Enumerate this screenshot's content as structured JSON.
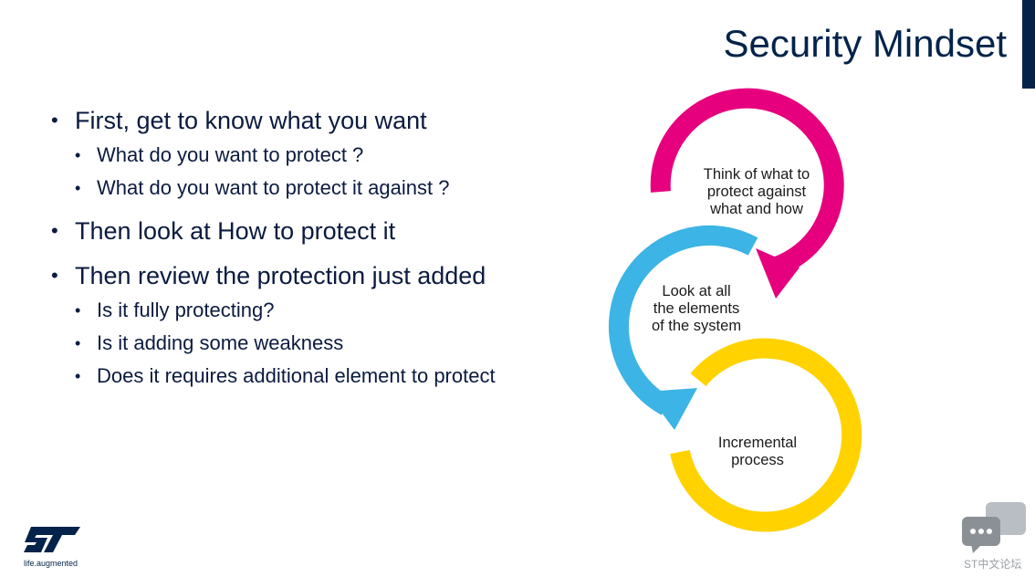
{
  "slide": {
    "title": "Security Mindset"
  },
  "bullets": [
    {
      "text": "First, get to know what you want",
      "sub": [
        "What do you want to protect ?",
        "What do you want to protect it against ?"
      ]
    },
    {
      "text": "Then look at How to protect it",
      "sub": []
    },
    {
      "text": "Then review the protection just added",
      "sub": [
        "Is it fully protecting?",
        "Is it adding some weakness",
        "Does it requires additional element to protect"
      ]
    }
  ],
  "cycle": {
    "steps": [
      {
        "label": "Think of what to\nprotect against\nwhat and how",
        "color": "#e6007e"
      },
      {
        "label": "Look at all\nthe elements\nof the system",
        "color": "#3cb4e5"
      },
      {
        "label": "Incremental\nprocess",
        "color": "#ffd200"
      }
    ]
  },
  "logo": {
    "tagline": "life.augmented"
  },
  "watermark": {
    "text": "ST中文论坛"
  }
}
